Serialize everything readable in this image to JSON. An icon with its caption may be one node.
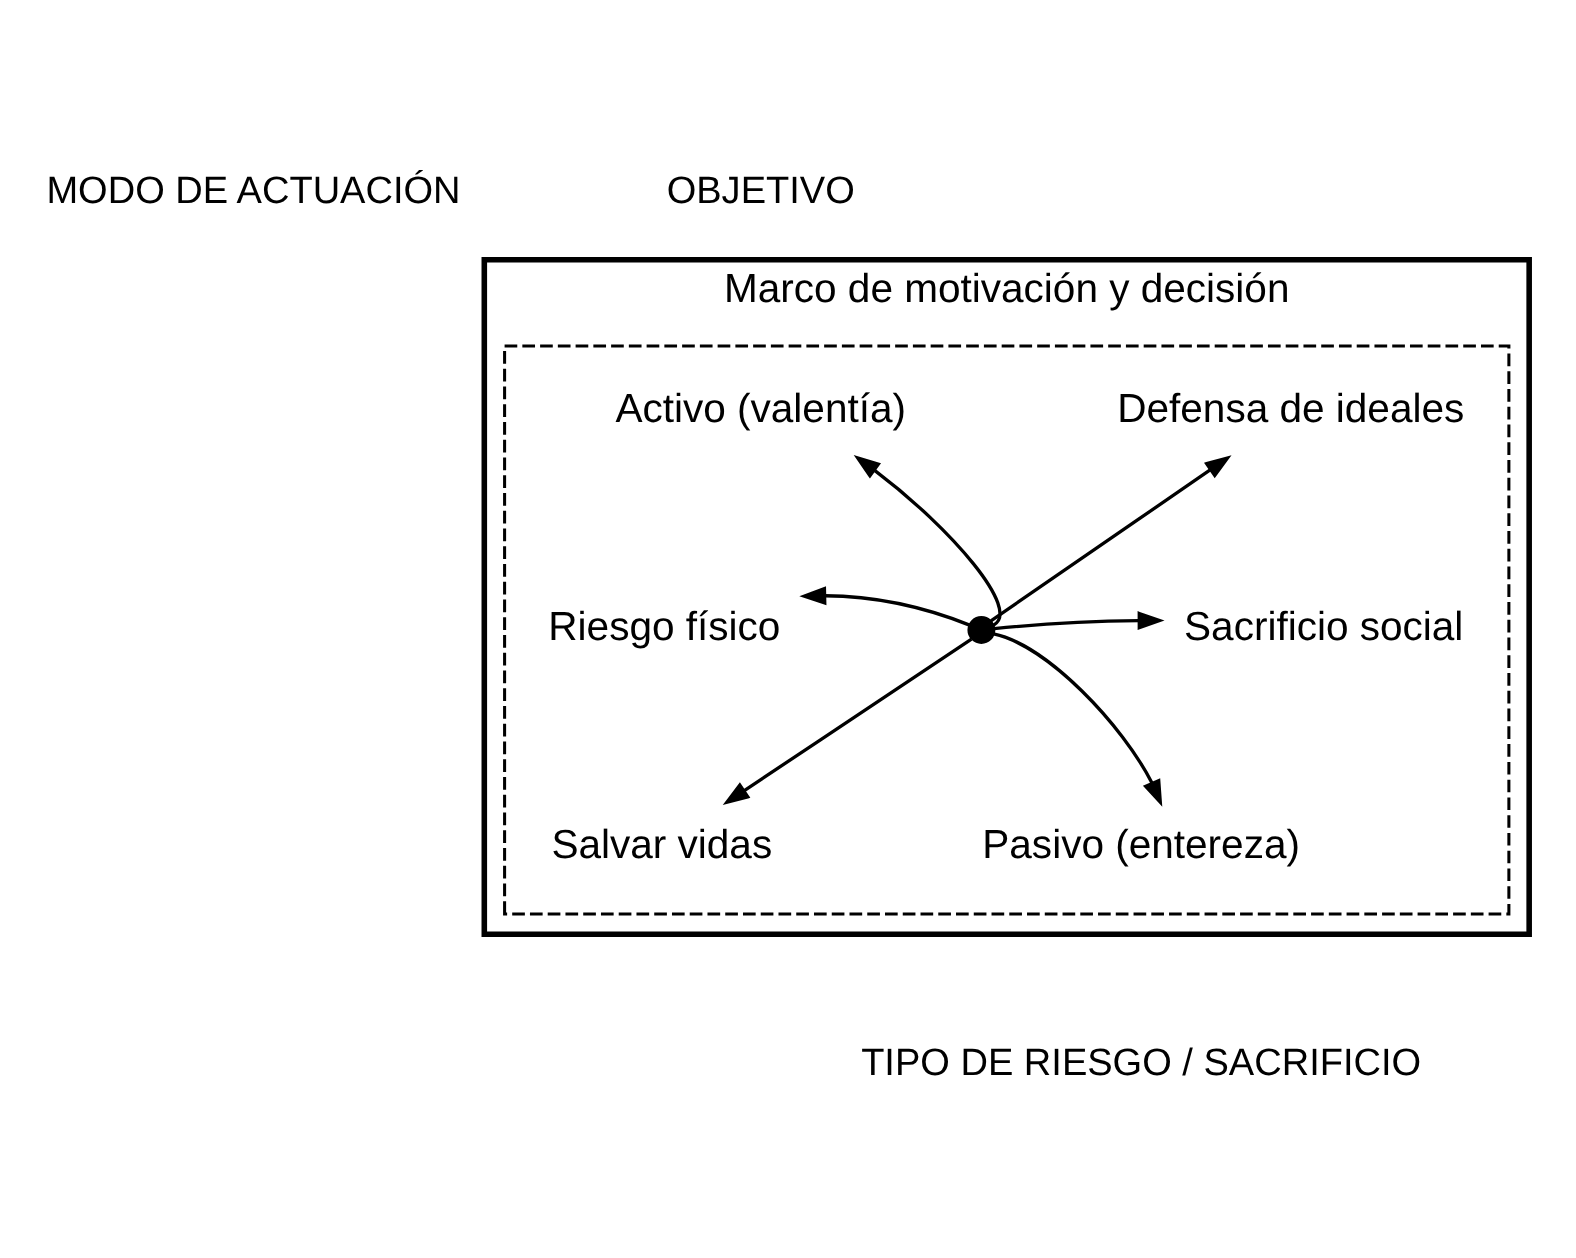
{
  "diagram": {
    "nodes": [
      {
        "text": [
          "Marco de motivación y decisión"
        ]
      },
      {
        "text": [],
        "shape": "box",
        "in": 0
      },
      {
        "text": [
          "Activo (valentía)"
        ],
        "in": 1
      },
      {
        "text": [
          "Defensa de ideales"
        ],
        "in": 1
      },
      {
        "text": [
          "Riesgo físico"
        ],
        "in": 1
      },
      {
        "text": [],
        "shape": "circle",
        "in": 1
      },
      {
        "text": [
          "Sacrificio social"
        ],
        "in": 1
      },
      {
        "text": [
          "Salvar vidas"
        ],
        "in": 1
      },
      {
        "text": [
          "Pasivo (entereza)"
        ],
        "in": 1
      }
    ],
    "edges": [
      {
        "from": 5,
        "to": 2,
        "arrow": "to"
      },
      {
        "from": 5,
        "to": 3,
        "arrow": "to"
      },
      {
        "from": 5,
        "to": 4,
        "arrow": "to"
      },
      {
        "from": 5,
        "to": 6,
        "arrow": "to"
      },
      {
        "from": 5,
        "to": 7,
        "arrow": "to"
      },
      {
        "from": 5,
        "to": 8,
        "arrow": "to"
      }
    ],
    "labels": [
      "OBJETIVO",
      "MODO DE ACTUACIÓN",
      "TIPO DE RIESGO / SACRIFICIO"
    ]
  }
}
